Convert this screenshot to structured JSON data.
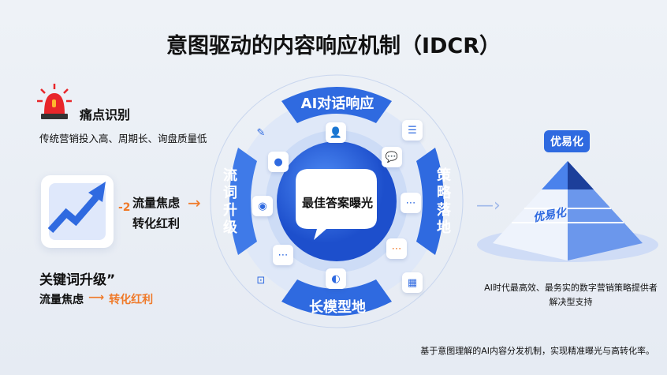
{
  "title": "意图驱动的内容响应机制（IDCR）",
  "pain": {
    "heading": "痛点识别",
    "desc": "传统营销投入高、周期长、询盘质量低"
  },
  "growth": {
    "badge": "-2",
    "line1": "流量焦虑",
    "line2": "转化红利"
  },
  "keyword": {
    "heading": "关键词升级”",
    "from": "流量焦虑",
    "arrow": "⟶",
    "to": "转化红利"
  },
  "cycle": {
    "center": "最佳答案曝光",
    "top": "AI对话响应",
    "right": "策略落地",
    "bottom": "长模型地",
    "left": "流词升级"
  },
  "pyramid": {
    "tag": "优易化",
    "label": "优易化",
    "caption1": "AI时代最高效、最务实的数字营销策略提供者",
    "caption2": "解决型支持"
  },
  "footer": "基于意图理解的AI内容分发机制，实现精准曝光与高转化率。",
  "colors": {
    "blue": "#2f6ae0",
    "orange": "#f07a2a",
    "red": "#e8262a"
  }
}
